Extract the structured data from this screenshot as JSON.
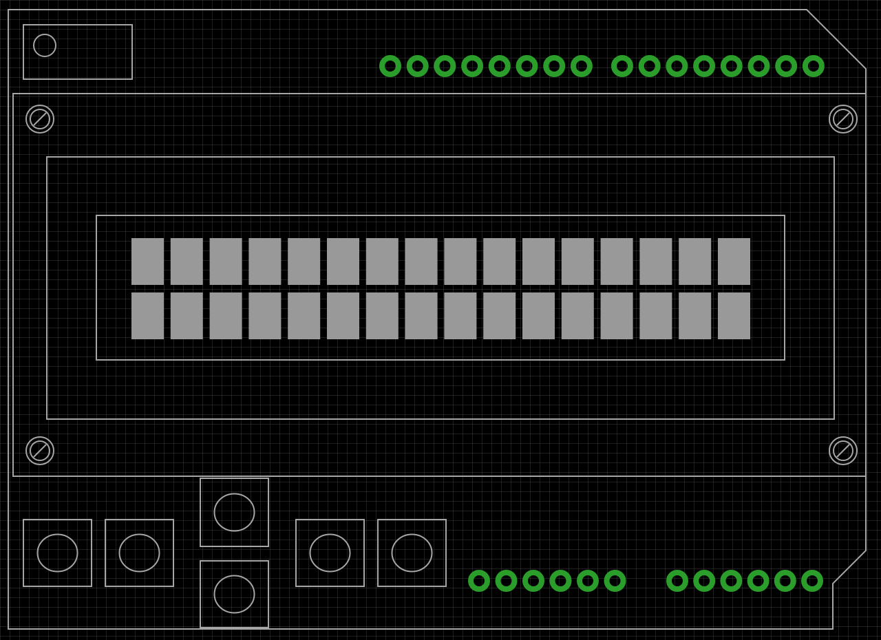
{
  "board": {
    "background_color": "#000000",
    "grid_color": "#3c3c3c",
    "silkscreen_color": "#a6a6a6",
    "pad_color": "#2a9d2a",
    "char_cell_color": "#999999"
  },
  "lcd": {
    "rows": 2,
    "columns": 16
  },
  "headers": {
    "top_left_pins": 8,
    "top_right_pins": 8,
    "bottom_left_pins": 6,
    "bottom_right_pins": 6
  },
  "buttons": {
    "count": 6
  },
  "mounting_holes": {
    "count": 4
  }
}
